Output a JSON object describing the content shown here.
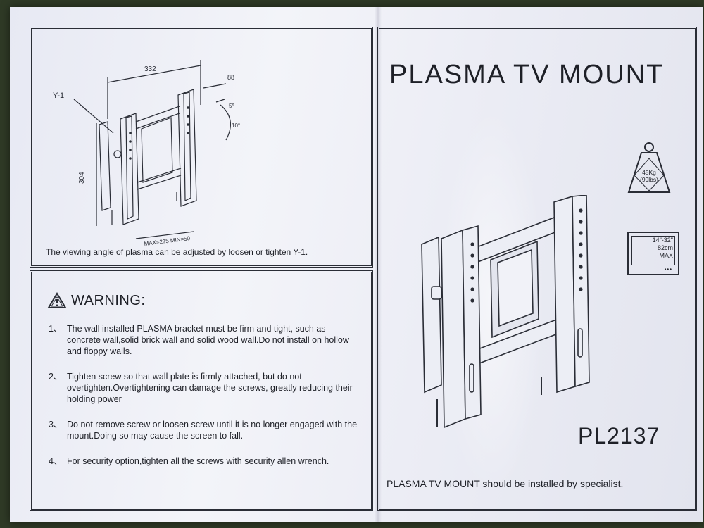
{
  "diagram": {
    "dim_width": "332",
    "dim_depth": "88",
    "dim_height": "304",
    "angle_1": "5°",
    "angle_2": "10°",
    "part_label": "Y-1",
    "dim_spacing": "MAX=275  MIN=50",
    "caption": "The viewing angle of plasma can be adjusted by loosen or tighten Y-1."
  },
  "warning": {
    "title": "WARNING:",
    "items": [
      {
        "num": "1、",
        "text": "The wall installed PLASMA bracket must be firm and tight, such as concrete wall,solid brick wall and solid wood wall.Do not install on hollow and floppy walls."
      },
      {
        "num": "2、",
        "text": "Tighten screw so that wall plate is firmly attached, but do not overtighten.Overtightening can damage the screws, greatly reducing their holding power"
      },
      {
        "num": "3、",
        "text": "Do not remove screw or loosen screw until it is no longer engaged with the mount.Doing so may cause the screen to fall."
      },
      {
        "num": "4、",
        "text": "For security option,tighten all the screws with security allen wrench."
      }
    ]
  },
  "product": {
    "title": "PLASMA TV  MOUNT",
    "weight_kg": "45Kg",
    "weight_lbs": "(99lbs)",
    "size_range": "14\"-32\"",
    "size_cm": "82cm",
    "size_max": "MAX",
    "model": "PL2137",
    "footer": "PLASMA TV MOUNT should be installed by specialist."
  }
}
